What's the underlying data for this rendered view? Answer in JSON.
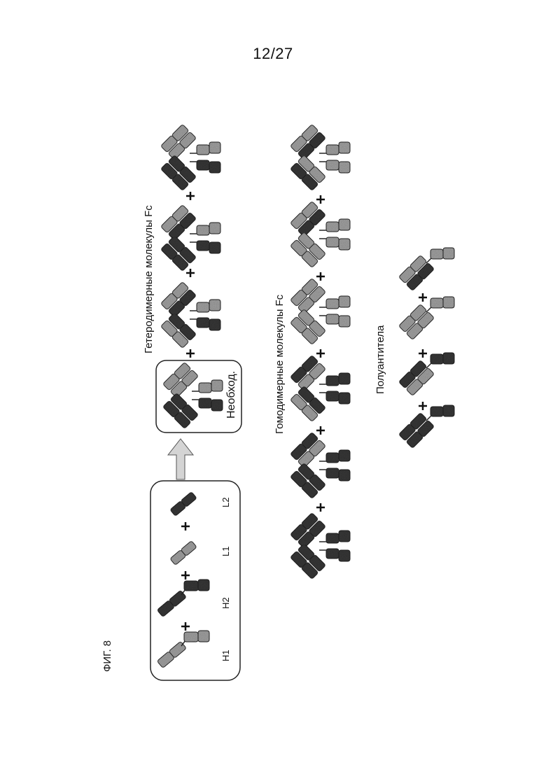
{
  "page": {
    "number": "12/27"
  },
  "figure": {
    "label": "ФИГ. 8",
    "inputs": {
      "chains": [
        {
          "name": "H1",
          "type": "heavy",
          "shade": "light"
        },
        {
          "name": "H2",
          "type": "heavy",
          "shade": "dark"
        },
        {
          "name": "L1",
          "type": "light",
          "shade": "light"
        },
        {
          "name": "L2",
          "type": "light",
          "shade": "dark"
        }
      ],
      "operator": "+"
    },
    "desired": {
      "label": "Необход."
    },
    "groups": [
      {
        "id": "heterodimeric",
        "title": "Гетеродимерные молекулы Fc",
        "count": 3
      },
      {
        "id": "homodimeric",
        "title": "Гомодимерные молекулы Fc",
        "count": 6
      },
      {
        "id": "half-antibodies",
        "title": "Полуантитела",
        "count": 4
      }
    ],
    "colors": {
      "light": "#a8a8a8",
      "dark": "#3a3a3a",
      "arrow": "#d0d0d0",
      "outline": "#222222"
    }
  }
}
